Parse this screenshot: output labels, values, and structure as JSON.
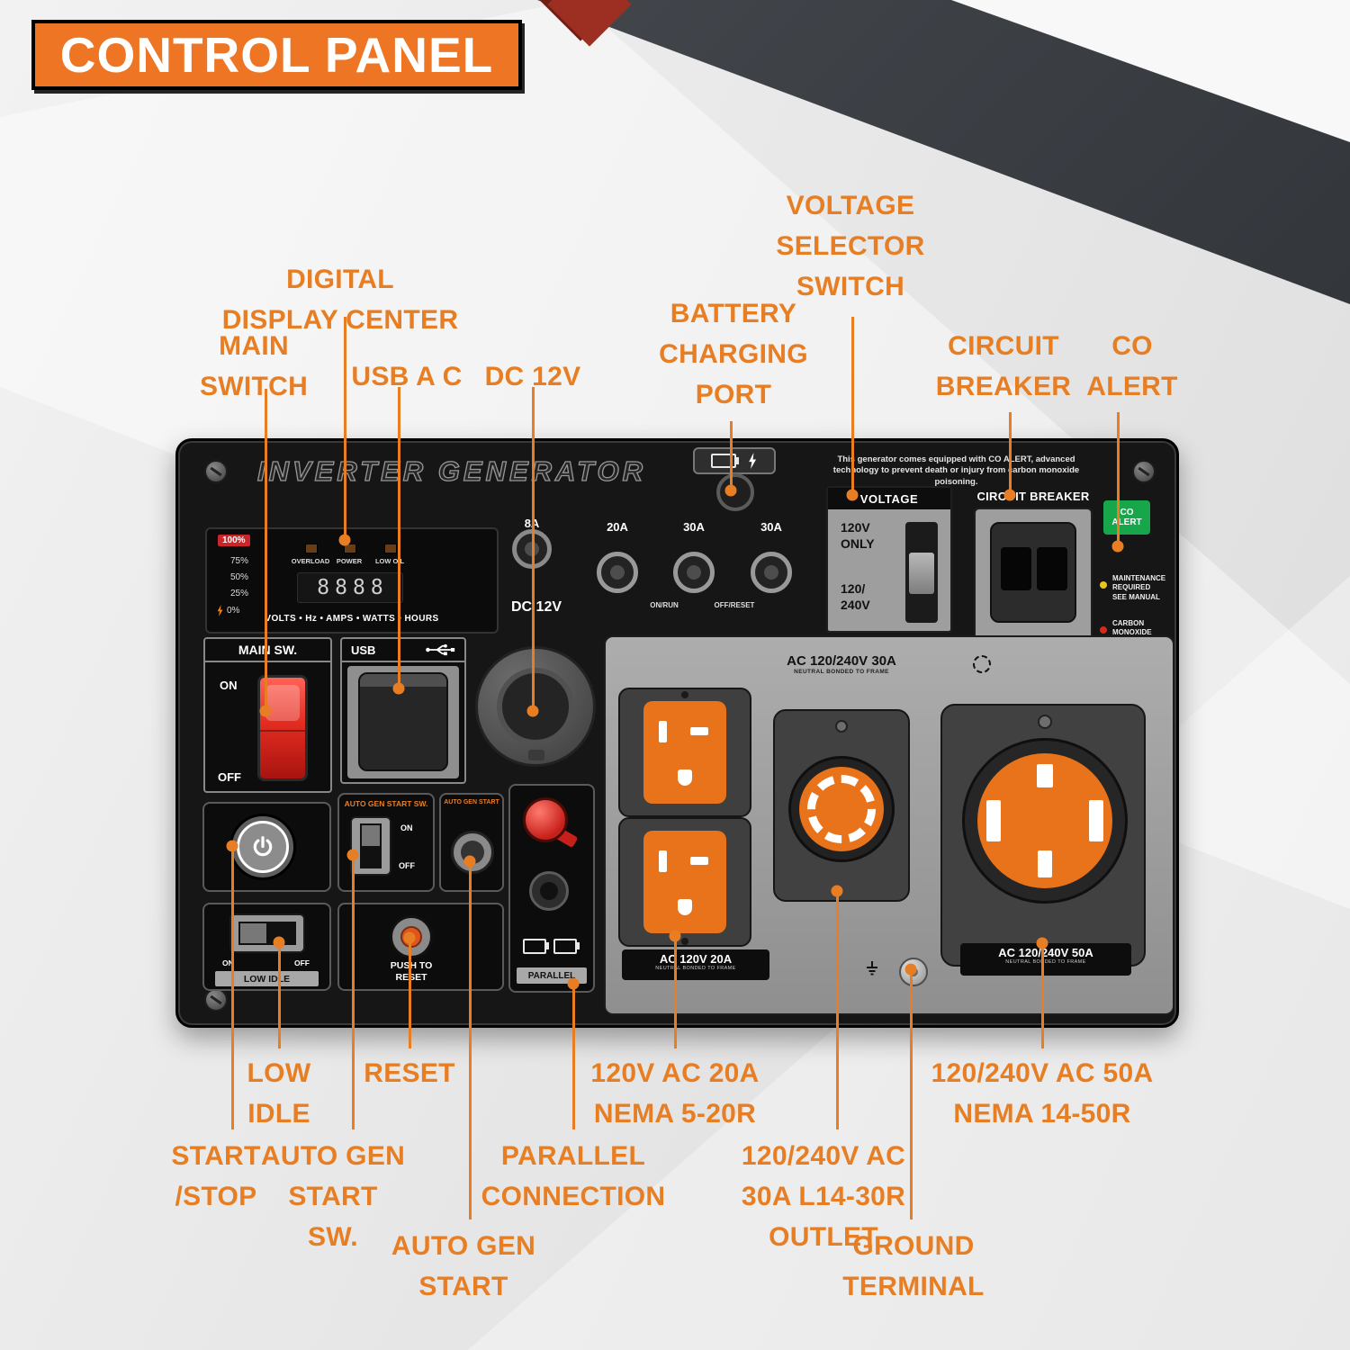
{
  "colors": {
    "accent": "#e87e23",
    "banner_bg": "#ee7524",
    "outlet_orange": "#e8731a",
    "co_green": "#17a74a",
    "switch_red": "#d92a1e"
  },
  "header": {
    "title": "CONTROL PANEL"
  },
  "callouts": {
    "digital_display": "DIGITAL\nDISPLAY CENTER",
    "main_switch": "MAIN\nSWITCH",
    "usb": "USB A C",
    "dc12v": "DC 12V",
    "battery": "BATTERY\nCHARGING\nPORT",
    "voltage": "VOLTAGE\nSELECTOR\nSWITCH",
    "circuit_breaker": "CIRCUIT\nBREAKER",
    "co_alert": "CO\nALERT",
    "low_idle": "LOW\nIDLE",
    "reset": "RESET",
    "outlet_20a": "120V AC 20A\nNEMA 5-20R",
    "outlet_50a": "120/240V AC 50A\nNEMA 14-50R",
    "start_stop": "START\n/STOP",
    "auto_gen_sw": "AUTO GEN\nSTART\nSW.",
    "parallel": "PARALLEL\nCONNECTION",
    "outlet_30a": "120/240V AC\n30A L14-30R\nOUTLET",
    "ground": "GROUND\nTERMINAL",
    "auto_gen_start": "AUTO GEN\nSTART"
  },
  "panel": {
    "brand": "INVERTER GENERATOR",
    "co_notice": "This generator comes equipped with CO ALERT, advanced technology to prevent death or injury from carbon monoxide poisoning.",
    "display": {
      "p100": "100%",
      "p75": "75%",
      "p50": "50%",
      "p25": "25%",
      "p0": "0%",
      "led_overload": "OVERLOAD",
      "led_power": "POWER",
      "led_lowoil": "LOW OIL",
      "digits": "8888",
      "caption": "VOLTS • Hz • AMPS • WATTS • HOURS"
    },
    "breaker_8a": "8A",
    "dc_label": "DC 12V",
    "breakers": [
      "20A",
      "30A",
      "30A"
    ],
    "on_run": "ON/RUN",
    "off_reset": "OFF/RESET",
    "voltage_box": {
      "title": "VOLTAGE",
      "opt1": "120V\nONLY",
      "opt2": "120/\n240V"
    },
    "circuit_breaker_title": "CIRCUIT BREAKER",
    "co_badge": "CO\nALERT",
    "maintenance": "MAINTENANCE\nREQUIRED\nSEE MANUAL",
    "carbon": "CARBON\nMONOXIDE\nDETECTED",
    "main_sw": {
      "title": "MAIN SW.",
      "on": "ON",
      "off": "OFF"
    },
    "usb_title": "USB",
    "auto_gen_sw": {
      "title": "AUTO GEN START SW.",
      "on": "ON",
      "off": "OFF"
    },
    "auto_gen_start_title": "AUTO GEN START",
    "low_idle": {
      "on": "ON",
      "off": "OFF",
      "label": "LOW IDLE"
    },
    "reset_label": "PUSH TO\nRESET",
    "parallel_label": "PARALLEL",
    "outlet_30a_label": "AC 120/240V 30A",
    "outlet_20a_label": "AC 120V 20A",
    "outlet_50a_label": "AC 120/240V 50A",
    "bonded": "NEUTRAL BONDED TO FRAME"
  }
}
